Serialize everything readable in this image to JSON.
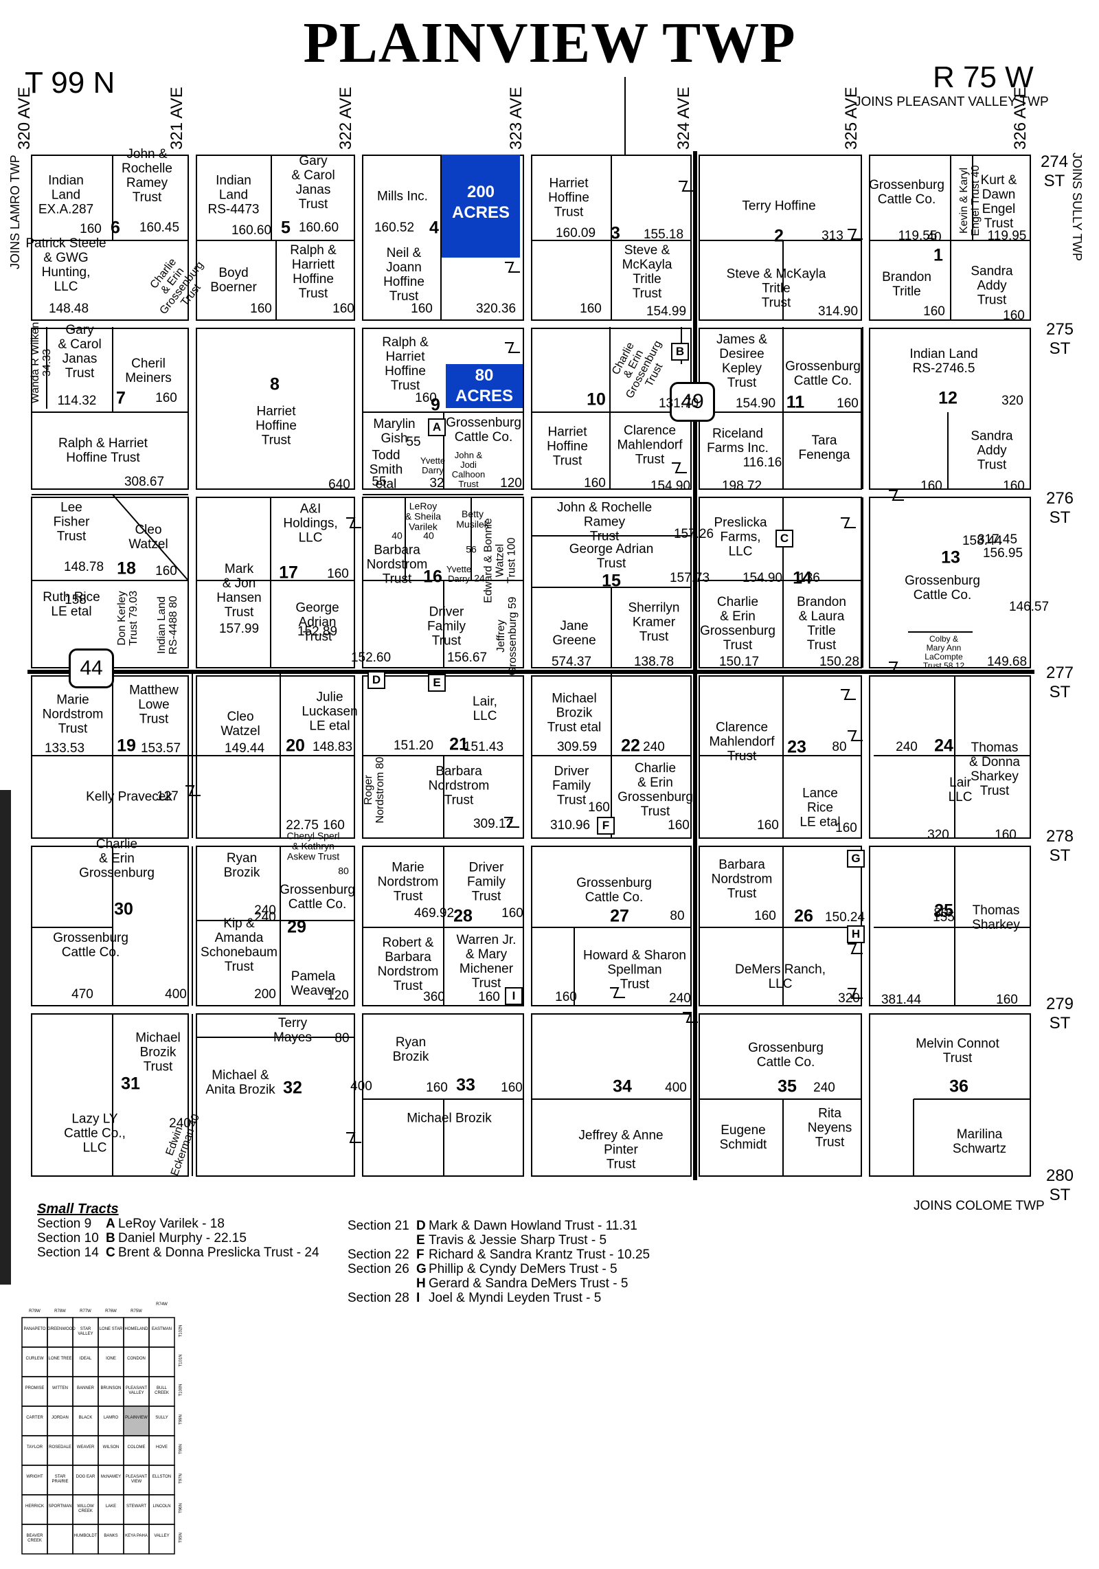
{
  "header": {
    "title": "PLAINVIEW TWP",
    "township": "T 99 N",
    "range": "R 75 W",
    "joins_top": "JOINS PLEASANT VALLEY TWP",
    "joins_bottom": "JOINS COLOME TWP",
    "joins_left": "JOINS LAMRO TWP",
    "joins_right": "JOINS SULLY TWP"
  },
  "avenues": [
    "320 AVE",
    "321 AVE",
    "322 AVE",
    "323 AVE",
    "324 AVE",
    "325 AVE",
    "326 AVE"
  ],
  "streets": [
    "274 ST",
    "275 ST",
    "276 ST",
    "277 ST",
    "278 ST",
    "279 ST",
    "280 ST"
  ],
  "roads": {
    "h": "44",
    "v": "49"
  },
  "highlights": [
    {
      "label": "200 ACRES"
    },
    {
      "label": "80 ACRES"
    }
  ],
  "sections": [
    {
      "n": "1"
    },
    {
      "n": "2"
    },
    {
      "n": "3"
    },
    {
      "n": "4"
    },
    {
      "n": "5"
    },
    {
      "n": "6"
    },
    {
      "n": "7"
    },
    {
      "n": "8"
    },
    {
      "n": "9"
    },
    {
      "n": "10"
    },
    {
      "n": "11"
    },
    {
      "n": "12"
    },
    {
      "n": "13"
    },
    {
      "n": "14"
    },
    {
      "n": "15"
    },
    {
      "n": "16"
    },
    {
      "n": "17"
    },
    {
      "n": "18"
    },
    {
      "n": "19"
    },
    {
      "n": "20"
    },
    {
      "n": "21"
    },
    {
      "n": "22"
    },
    {
      "n": "23"
    },
    {
      "n": "24"
    },
    {
      "n": "25"
    },
    {
      "n": "26"
    },
    {
      "n": "27"
    },
    {
      "n": "28"
    },
    {
      "n": "29"
    },
    {
      "n": "30"
    },
    {
      "n": "31"
    },
    {
      "n": "32"
    },
    {
      "n": "33"
    },
    {
      "n": "34"
    },
    {
      "n": "35"
    },
    {
      "n": "36"
    }
  ],
  "owners": [
    {
      "t": "Indian\nLand\nEX.A.287"
    },
    {
      "t": "John &\nRochelle\nRamey\nTrust"
    },
    {
      "t": "Indian\nLand\nRS-4473"
    },
    {
      "t": "Gary\n& Carol\nJanas\nTrust"
    },
    {
      "t": "Mills Inc."
    },
    {
      "t": "Harriet\nHoffine\nTrust"
    },
    {
      "t": "Terry Hoffine"
    },
    {
      "t": "Grossenburg\nCattle Co."
    },
    {
      "t": "Kurt &\nDawn\nEngel\nTrust"
    },
    {
      "t": "Patrick Steele\n& GWG\nHunting,\nLLC"
    },
    {
      "t": "Boyd\nBoerner"
    },
    {
      "t": "Ralph &\nHarriett\nHoffine\nTrust"
    },
    {
      "t": "Neil &\nJoann\nHoffine\nTrust"
    },
    {
      "t": "Steve &\nMcKayla\nTritle\nTrust"
    },
    {
      "t": "Steve & McKayla\nTritle\nTrust"
    },
    {
      "t": "Brandon\nTritle"
    },
    {
      "t": "Sandra\nAddy\nTrust"
    },
    {
      "t": "Gary\n& Carol\nJanas\nTrust"
    },
    {
      "t": "Cheril\nMeiners"
    },
    {
      "t": "Harriet\nHoffine\nTrust"
    },
    {
      "t": "Ralph &\nHarriet\nHoffine\nTrust"
    },
    {
      "t": "James &\nDesiree\nKepley\nTrust"
    },
    {
      "t": "Grossenburg\nCattle Co."
    },
    {
      "t": "Indian Land\nRS-2746.5"
    },
    {
      "t": "Ralph & Harriet\nHoffine Trust"
    },
    {
      "t": "Marylin\nGish"
    },
    {
      "t": "Grossenburg\nCattle Co."
    },
    {
      "t": "Todd\nSmith\netal"
    },
    {
      "t": "Harriet\nHoffine\nTrust"
    },
    {
      "t": "Clarence\nMahlendorf\nTrust"
    },
    {
      "t": "Riceland\nFarms Inc."
    },
    {
      "t": "Tara\nFenenga"
    },
    {
      "t": "Sandra\nAddy\nTrust"
    },
    {
      "t": "Lee\nFisher\nTrust"
    },
    {
      "t": "Cleo\nWatzel"
    },
    {
      "t": "A&I\nHoldings,\nLLC"
    },
    {
      "t": "John & Rochelle\nRamey\nTrust"
    },
    {
      "t": "George Adrian\nTrust"
    },
    {
      "t": "Preslicka\nFarms,\nLLC"
    },
    {
      "t": "Grossenburg\nCattle Co."
    },
    {
      "t": "Barbara\nNordstrom\nTrust"
    },
    {
      "t": "Ruth Rice\nLE etal"
    },
    {
      "t": "Mark\n& Jon\nHansen\nTrust"
    },
    {
      "t": "George\nAdrian\nTrust"
    },
    {
      "t": "Driver\nFamily\nTrust"
    },
    {
      "t": "Jane\nGreene"
    },
    {
      "t": "Sherrilyn\nKramer\nTrust"
    },
    {
      "t": "Charlie\n& Erin\nGrossenburg\nTrust"
    },
    {
      "t": "Brandon\n& Laura\nTritle\nTrust"
    },
    {
      "t": "Marie\nNordstrom\nTrust"
    },
    {
      "t": "Matthew\nLowe\nTrust"
    },
    {
      "t": "Cleo\nWatzel"
    },
    {
      "t": "Julie\nLuckasen\nLE etal"
    },
    {
      "t": "Lair,\nLLC"
    },
    {
      "t": "Michael\nBrozik\nTrust etal"
    },
    {
      "t": "Clarence\nMahlendorf\nTrust"
    },
    {
      "t": "Thomas\n& Donna\nSharkey\nTrust"
    },
    {
      "t": "Lair\nLLC"
    },
    {
      "t": "Kelly Pravecek"
    },
    {
      "t": "Barbara\nNordstrom\nTrust"
    },
    {
      "t": "Driver\nFamily\nTrust"
    },
    {
      "t": "Charlie\n& Erin\nGrossenburg\nTrust"
    },
    {
      "t": "Lance\nRice\nLE etal"
    },
    {
      "t": "Charlie\n& Erin\nGrossenburg"
    },
    {
      "t": "Ryan\nBrozik"
    },
    {
      "t": "Grossenburg\nCattle Co."
    },
    {
      "t": "Marie\nNordstrom\nTrust"
    },
    {
      "t": "Driver\nFamily\nTrust"
    },
    {
      "t": "Grossenburg\nCattle Co."
    },
    {
      "t": "Barbara\nNordstrom\nTrust"
    },
    {
      "t": "Thomas\nSharkey"
    },
    {
      "t": "Grossenburg\nCattle Co."
    },
    {
      "t": "Kip &\nAmanda\nSchonebaum\nTrust"
    },
    {
      "t": "Pamela\nWeaver"
    },
    {
      "t": "Robert &\nBarbara\nNordstrom\nTrust"
    },
    {
      "t": "Warren Jr.\n& Mary\nMichener\nTrust"
    },
    {
      "t": "Howard & Sharon\nSpellman\nTrust"
    },
    {
      "t": "DeMers Ranch,\nLLC"
    },
    {
      "t": "Michael\nBrozik\nTrust"
    },
    {
      "t": "Terry\nMayes"
    },
    {
      "t": "Michael &\nAnita Brozik"
    },
    {
      "t": "Ryan\nBrozik"
    },
    {
      "t": "Grossenburg\nCattle Co."
    },
    {
      "t": "Melvin Connot\nTrust"
    },
    {
      "t": "Lazy LY\nCattle Co.,\nLLC"
    },
    {
      "t": "Michael Brozik"
    },
    {
      "t": "Jeffrey & Anne\nPinter\nTrust"
    },
    {
      "t": "Eugene\nSchmidt"
    },
    {
      "t": "Rita\nNeyens\nTrust"
    },
    {
      "t": "Marilina\nSchwartz"
    }
  ],
  "acres": [
    "160",
    "160.45",
    "160.60",
    "160.60",
    "160.52",
    "160.09",
    "155.18",
    "313",
    "119.55",
    "40",
    "119.95",
    "148.48",
    "160",
    "160",
    "160",
    "320.36",
    "160",
    "154.99",
    "314.90",
    "160",
    "160",
    "114.32",
    "160",
    "640",
    "160",
    "131.70",
    "154.90",
    "160",
    "320",
    "308.67",
    "55",
    "55",
    "32",
    "120",
    "160",
    "154.90",
    "116.16",
    "198.72",
    "160",
    "160",
    "148.78",
    "160",
    "160",
    "157.26",
    "157.73",
    "154.90",
    "136",
    "146.57",
    "317.45",
    "156.95",
    "158.44",
    "158",
    "157.99",
    "152.89",
    "152.60",
    "156.67",
    "574.37",
    "138.78",
    "150.17",
    "150.28",
    "149.68",
    "133.53",
    "153.57",
    "149.44",
    "148.83",
    "151.20",
    "151.43",
    "309.59",
    "240",
    "80",
    "240",
    "127",
    "22.75",
    "160",
    "309.12",
    "160",
    "310.96",
    "160",
    "160",
    "160",
    "320",
    "160",
    "240",
    "150.24",
    "469.92",
    "160",
    "80",
    "160",
    "155",
    "80",
    "240",
    "470",
    "400",
    "200",
    "120",
    "360",
    "160",
    "160",
    "240",
    "320",
    "381.44",
    "160",
    "240",
    "80",
    "400",
    "160",
    "160",
    "400",
    "240"
  ],
  "rotated": [
    {
      "t": "Wanda R Wilken\n34.33"
    },
    {
      "t": "Charlie\n& Erin\nGrossenburg\nTrust"
    },
    {
      "t": "Charlie\n& Erin\nGrossenburg\nTrust"
    },
    {
      "t": "Kevin & Karyl\nEngel Trust 40"
    },
    {
      "t": "Don Kerley\nTrust 79.03"
    },
    {
      "t": "Indian Land\nRS-4488 80"
    },
    {
      "t": "Edward & Bonnie\nWatzel\nTrust 100"
    },
    {
      "t": "Jeffrey\nGrossenburg 59"
    },
    {
      "t": "Roger\nNordstrom 80"
    },
    {
      "t": "Edwin\nEckerman 40"
    }
  ],
  "small_labels": [
    "LeRoy\n& Sheila\nVarilek",
    "Betty\nMusilek",
    "John &\nJodi\nCalhoon\nTrust",
    "Yvette\nDarry",
    "Yvette\nDarry",
    "Cheryl Sperl\n& Kathryn\nAskew Trust",
    "Colby &\nMary Ann\nLaCompte\nTrust 58.12",
    "40",
    "40",
    "56",
    "24",
    "80"
  ],
  "box_letters": [
    "A",
    "B",
    "C",
    "D",
    "E",
    "F",
    "G",
    "H",
    "I"
  ],
  "legend": {
    "title": "Small Tracts",
    "left": [
      {
        "sec": "Section 9",
        "k": "A",
        "v": "LeRoy Varilek - 18"
      },
      {
        "sec": "Section 10",
        "k": "B",
        "v": "Daniel Murphy - 22.15"
      },
      {
        "sec": "Section 14",
        "k": "C",
        "v": "Brent & Donna Preslicka Trust - 24"
      }
    ],
    "right": [
      {
        "sec": "Section 21",
        "k": "D",
        "v": "Mark & Dawn Howland Trust - 11.31"
      },
      {
        "sec": "",
        "k": "E",
        "v": "Travis & Jessie Sharp Trust - 5"
      },
      {
        "sec": "Section 22",
        "k": "F",
        "v": "Richard & Sandra Krantz Trust - 10.25"
      },
      {
        "sec": "Section 26",
        "k": "G",
        "v": "Phillip & Cyndy DeMers Trust - 5"
      },
      {
        "sec": "",
        "k": "H",
        "v": "Gerard & Sandra DeMers Trust - 5"
      },
      {
        "sec": "Section 28",
        "k": "I",
        "v": "Joel & Myndi Leyden Trust - 5"
      }
    ]
  },
  "inset": {
    "top_ranges": [
      "R79W",
      "R78W",
      "R77W",
      "R76W",
      "R75W",
      "R74W"
    ],
    "side_townships": [
      "T102N",
      "T101N",
      "T100N",
      "T99N",
      "T98N",
      "T97N",
      "T96N",
      "T95N"
    ],
    "rows": [
      [
        "PANAPETO",
        "GREENWOOD",
        "STAR VALLEY",
        "LONE STAR",
        "HOMELAND",
        "EASTMAN"
      ],
      [
        "CURLEW",
        "LONE TREE",
        "IDEAL",
        "IONE",
        "CONDON",
        ""
      ],
      [
        "PROMISE",
        "WITTEN",
        "BANNER",
        "BRUNSON",
        "PLEASANT VALLEY",
        "BULL CREEK"
      ],
      [
        "CARTER",
        "JORDAN",
        "BLACK",
        "LAMRO",
        "PLAINVIEW",
        "SULLY"
      ],
      [
        "TAYLOR",
        "ROSEDALE",
        "WEAVER",
        "WILSON",
        "COLOME",
        "HOVE"
      ],
      [
        "WRIGHT",
        "STAR PRAIRIE",
        "DOG EAR",
        "McNAMEY",
        "PLEASANT VIEW",
        "ELLSTON"
      ],
      [
        "HERRICK",
        "SPORTMAN",
        "WILLOW CREEK",
        "LAKE",
        "STEWART",
        "LINCOLN"
      ],
      [
        "BEAVER CREEK",
        "",
        "HUMBOLDT",
        "BANKS",
        "KEYA PAHA",
        "VALLEY"
      ]
    ]
  }
}
